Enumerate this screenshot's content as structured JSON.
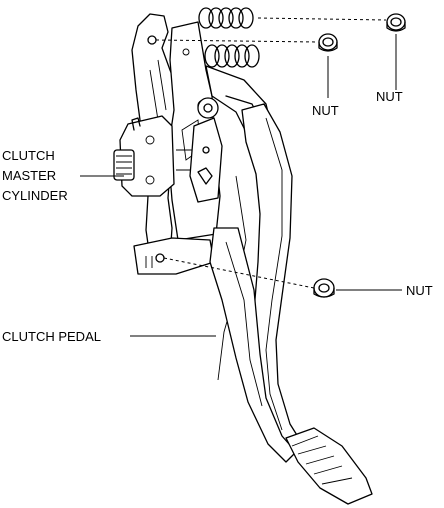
{
  "labels": {
    "nut_upper_left": "NUT",
    "nut_upper_right": "NUT",
    "nut_lower": "NUT",
    "clutch_master_cylinder": [
      "CLUTCH",
      "MASTER",
      "CYLINDER"
    ],
    "clutch_pedal": "CLUTCH PEDAL"
  },
  "colors": {
    "ink": "#000000",
    "background": "#ffffff"
  }
}
